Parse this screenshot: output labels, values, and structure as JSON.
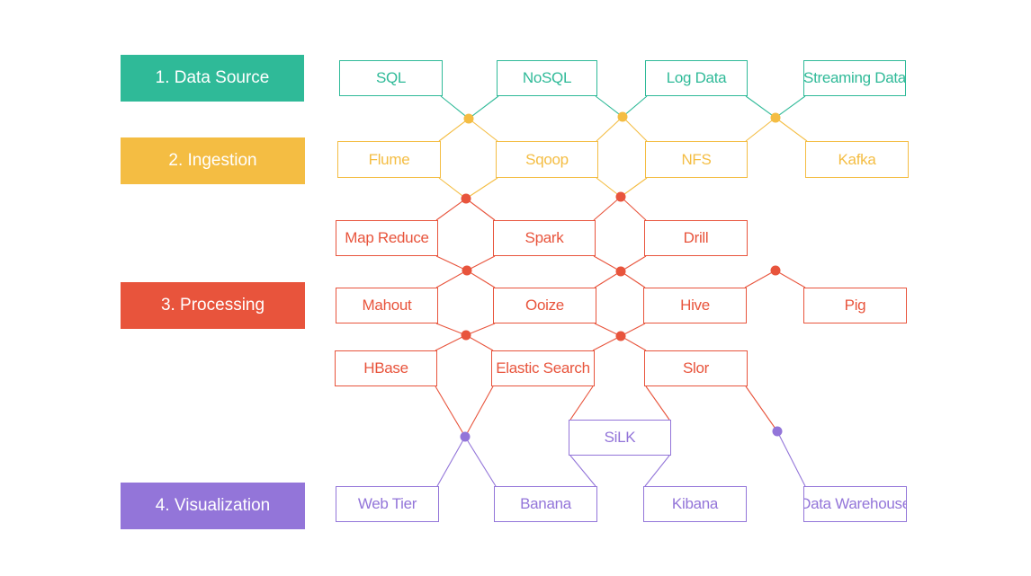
{
  "colors": {
    "source": "#2fba98",
    "ingestion": "#f4bd43",
    "processing": "#e8543c",
    "visualization": "#9375d9"
  },
  "stages": [
    {
      "id": "stage-data-source",
      "label": "1. Data Source",
      "group": "source"
    },
    {
      "id": "stage-ingestion",
      "label": "2. Ingestion",
      "group": "ingestion"
    },
    {
      "id": "stage-processing",
      "label": "3. Processing",
      "group": "processing"
    },
    {
      "id": "stage-visualization",
      "label": "4. Visualization",
      "group": "visualization"
    }
  ],
  "nodes": [
    {
      "id": "sql",
      "label": "SQL",
      "group": "source"
    },
    {
      "id": "nosql",
      "label": "NoSQL",
      "group": "source"
    },
    {
      "id": "logdata",
      "label": "Log Data",
      "group": "source"
    },
    {
      "id": "streaming",
      "label": "Streaming Data",
      "group": "source"
    },
    {
      "id": "flume",
      "label": "Flume",
      "group": "ingestion"
    },
    {
      "id": "sqoop",
      "label": "Sqoop",
      "group": "ingestion"
    },
    {
      "id": "nfs",
      "label": "NFS",
      "group": "ingestion"
    },
    {
      "id": "kafka",
      "label": "Kafka",
      "group": "ingestion"
    },
    {
      "id": "mapreduce",
      "label": "Map Reduce",
      "group": "processing"
    },
    {
      "id": "spark",
      "label": "Spark",
      "group": "processing"
    },
    {
      "id": "drill",
      "label": "Drill",
      "group": "processing"
    },
    {
      "id": "mahout",
      "label": "Mahout",
      "group": "processing"
    },
    {
      "id": "ooize",
      "label": "Ooize",
      "group": "processing"
    },
    {
      "id": "hive",
      "label": "Hive",
      "group": "processing"
    },
    {
      "id": "pig",
      "label": "Pig",
      "group": "processing"
    },
    {
      "id": "hbase",
      "label": "HBase",
      "group": "processing"
    },
    {
      "id": "elastic",
      "label": "Elastic Search",
      "group": "processing"
    },
    {
      "id": "slor",
      "label": "Slor",
      "group": "processing"
    },
    {
      "id": "silk",
      "label": "SiLK",
      "group": "visualization"
    },
    {
      "id": "webtier",
      "label": "Web Tier",
      "group": "visualization"
    },
    {
      "id": "banana",
      "label": "Banana",
      "group": "visualization"
    },
    {
      "id": "kibana",
      "label": "Kibana",
      "group": "visualization"
    },
    {
      "id": "datawarehouse",
      "label": "Data Warehouse",
      "group": "visualization"
    }
  ],
  "junctions": [
    {
      "id": "j-src-1",
      "group": "ingestion"
    },
    {
      "id": "j-src-2",
      "group": "ingestion"
    },
    {
      "id": "j-src-3",
      "group": "ingestion"
    },
    {
      "id": "j-ing-1",
      "group": "processing"
    },
    {
      "id": "j-ing-2",
      "group": "processing"
    },
    {
      "id": "j-proc-1",
      "group": "processing"
    },
    {
      "id": "j-proc-2",
      "group": "processing"
    },
    {
      "id": "j-proc-3",
      "group": "processing"
    },
    {
      "id": "j-proc-4",
      "group": "processing"
    },
    {
      "id": "j-proc-5",
      "group": "processing"
    },
    {
      "id": "j-vis-1",
      "group": "visualization"
    },
    {
      "id": "j-vis-2",
      "group": "visualization"
    }
  ],
  "links": [
    {
      "from": "sql",
      "to": "j-src-1",
      "group": "source"
    },
    {
      "from": "nosql",
      "to": "j-src-1",
      "group": "source"
    },
    {
      "from": "j-src-1",
      "to": "flume",
      "group": "ingestion"
    },
    {
      "from": "j-src-1",
      "to": "sqoop",
      "group": "ingestion"
    },
    {
      "from": "nosql",
      "to": "j-src-2",
      "group": "source"
    },
    {
      "from": "logdata",
      "to": "j-src-2",
      "group": "source"
    },
    {
      "from": "j-src-2",
      "to": "sqoop",
      "group": "ingestion"
    },
    {
      "from": "j-src-2",
      "to": "nfs",
      "group": "ingestion"
    },
    {
      "from": "logdata",
      "to": "j-src-3",
      "group": "source"
    },
    {
      "from": "streaming",
      "to": "j-src-3",
      "group": "source"
    },
    {
      "from": "j-src-3",
      "to": "nfs",
      "group": "ingestion"
    },
    {
      "from": "j-src-3",
      "to": "kafka",
      "group": "ingestion"
    },
    {
      "from": "flume",
      "to": "j-ing-1",
      "group": "ingestion"
    },
    {
      "from": "sqoop",
      "to": "j-ing-1",
      "group": "ingestion"
    },
    {
      "from": "j-ing-1",
      "to": "mapreduce",
      "group": "processing"
    },
    {
      "from": "j-ing-1",
      "to": "spark",
      "group": "processing"
    },
    {
      "from": "sqoop",
      "to": "j-ing-2",
      "group": "ingestion"
    },
    {
      "from": "nfs",
      "to": "j-ing-2",
      "group": "ingestion"
    },
    {
      "from": "j-ing-2",
      "to": "spark",
      "group": "processing"
    },
    {
      "from": "j-ing-2",
      "to": "drill",
      "group": "processing"
    },
    {
      "from": "mapreduce",
      "to": "j-proc-1",
      "group": "processing"
    },
    {
      "from": "spark",
      "to": "j-proc-1",
      "group": "processing"
    },
    {
      "from": "j-proc-1",
      "to": "mahout",
      "group": "processing"
    },
    {
      "from": "j-proc-1",
      "to": "ooize",
      "group": "processing"
    },
    {
      "from": "spark",
      "to": "j-proc-2",
      "group": "processing"
    },
    {
      "from": "drill",
      "to": "j-proc-2",
      "group": "processing"
    },
    {
      "from": "j-proc-2",
      "to": "ooize",
      "group": "processing"
    },
    {
      "from": "j-proc-2",
      "to": "hive",
      "group": "processing"
    },
    {
      "from": "hive",
      "to": "j-proc-3",
      "group": "processing"
    },
    {
      "from": "j-proc-3",
      "to": "pig",
      "group": "processing"
    },
    {
      "from": "mahout",
      "to": "j-proc-4",
      "group": "processing"
    },
    {
      "from": "ooize",
      "to": "j-proc-4",
      "group": "processing"
    },
    {
      "from": "j-proc-4",
      "to": "hbase",
      "group": "processing"
    },
    {
      "from": "j-proc-4",
      "to": "elastic",
      "group": "processing"
    },
    {
      "from": "ooize",
      "to": "j-proc-5",
      "group": "processing"
    },
    {
      "from": "hive",
      "to": "j-proc-5",
      "group": "processing"
    },
    {
      "from": "j-proc-5",
      "to": "elastic",
      "group": "processing"
    },
    {
      "from": "j-proc-5",
      "to": "slor",
      "group": "processing"
    },
    {
      "from": "hbase",
      "to": "j-vis-1",
      "group": "processing"
    },
    {
      "from": "elastic",
      "to": "j-vis-1",
      "group": "processing"
    },
    {
      "from": "j-vis-1",
      "to": "webtier",
      "group": "visualization"
    },
    {
      "from": "j-vis-1",
      "to": "banana",
      "group": "visualization"
    },
    {
      "from": "elastic",
      "to": "silk",
      "group": "processing"
    },
    {
      "from": "slor",
      "to": "silk",
      "group": "processing"
    },
    {
      "from": "silk",
      "to": "banana",
      "group": "visualization"
    },
    {
      "from": "silk",
      "to": "kibana",
      "group": "visualization"
    },
    {
      "from": "slor",
      "to": "j-vis-2",
      "group": "processing"
    },
    {
      "from": "j-vis-2",
      "to": "datawarehouse",
      "group": "visualization"
    }
  ]
}
